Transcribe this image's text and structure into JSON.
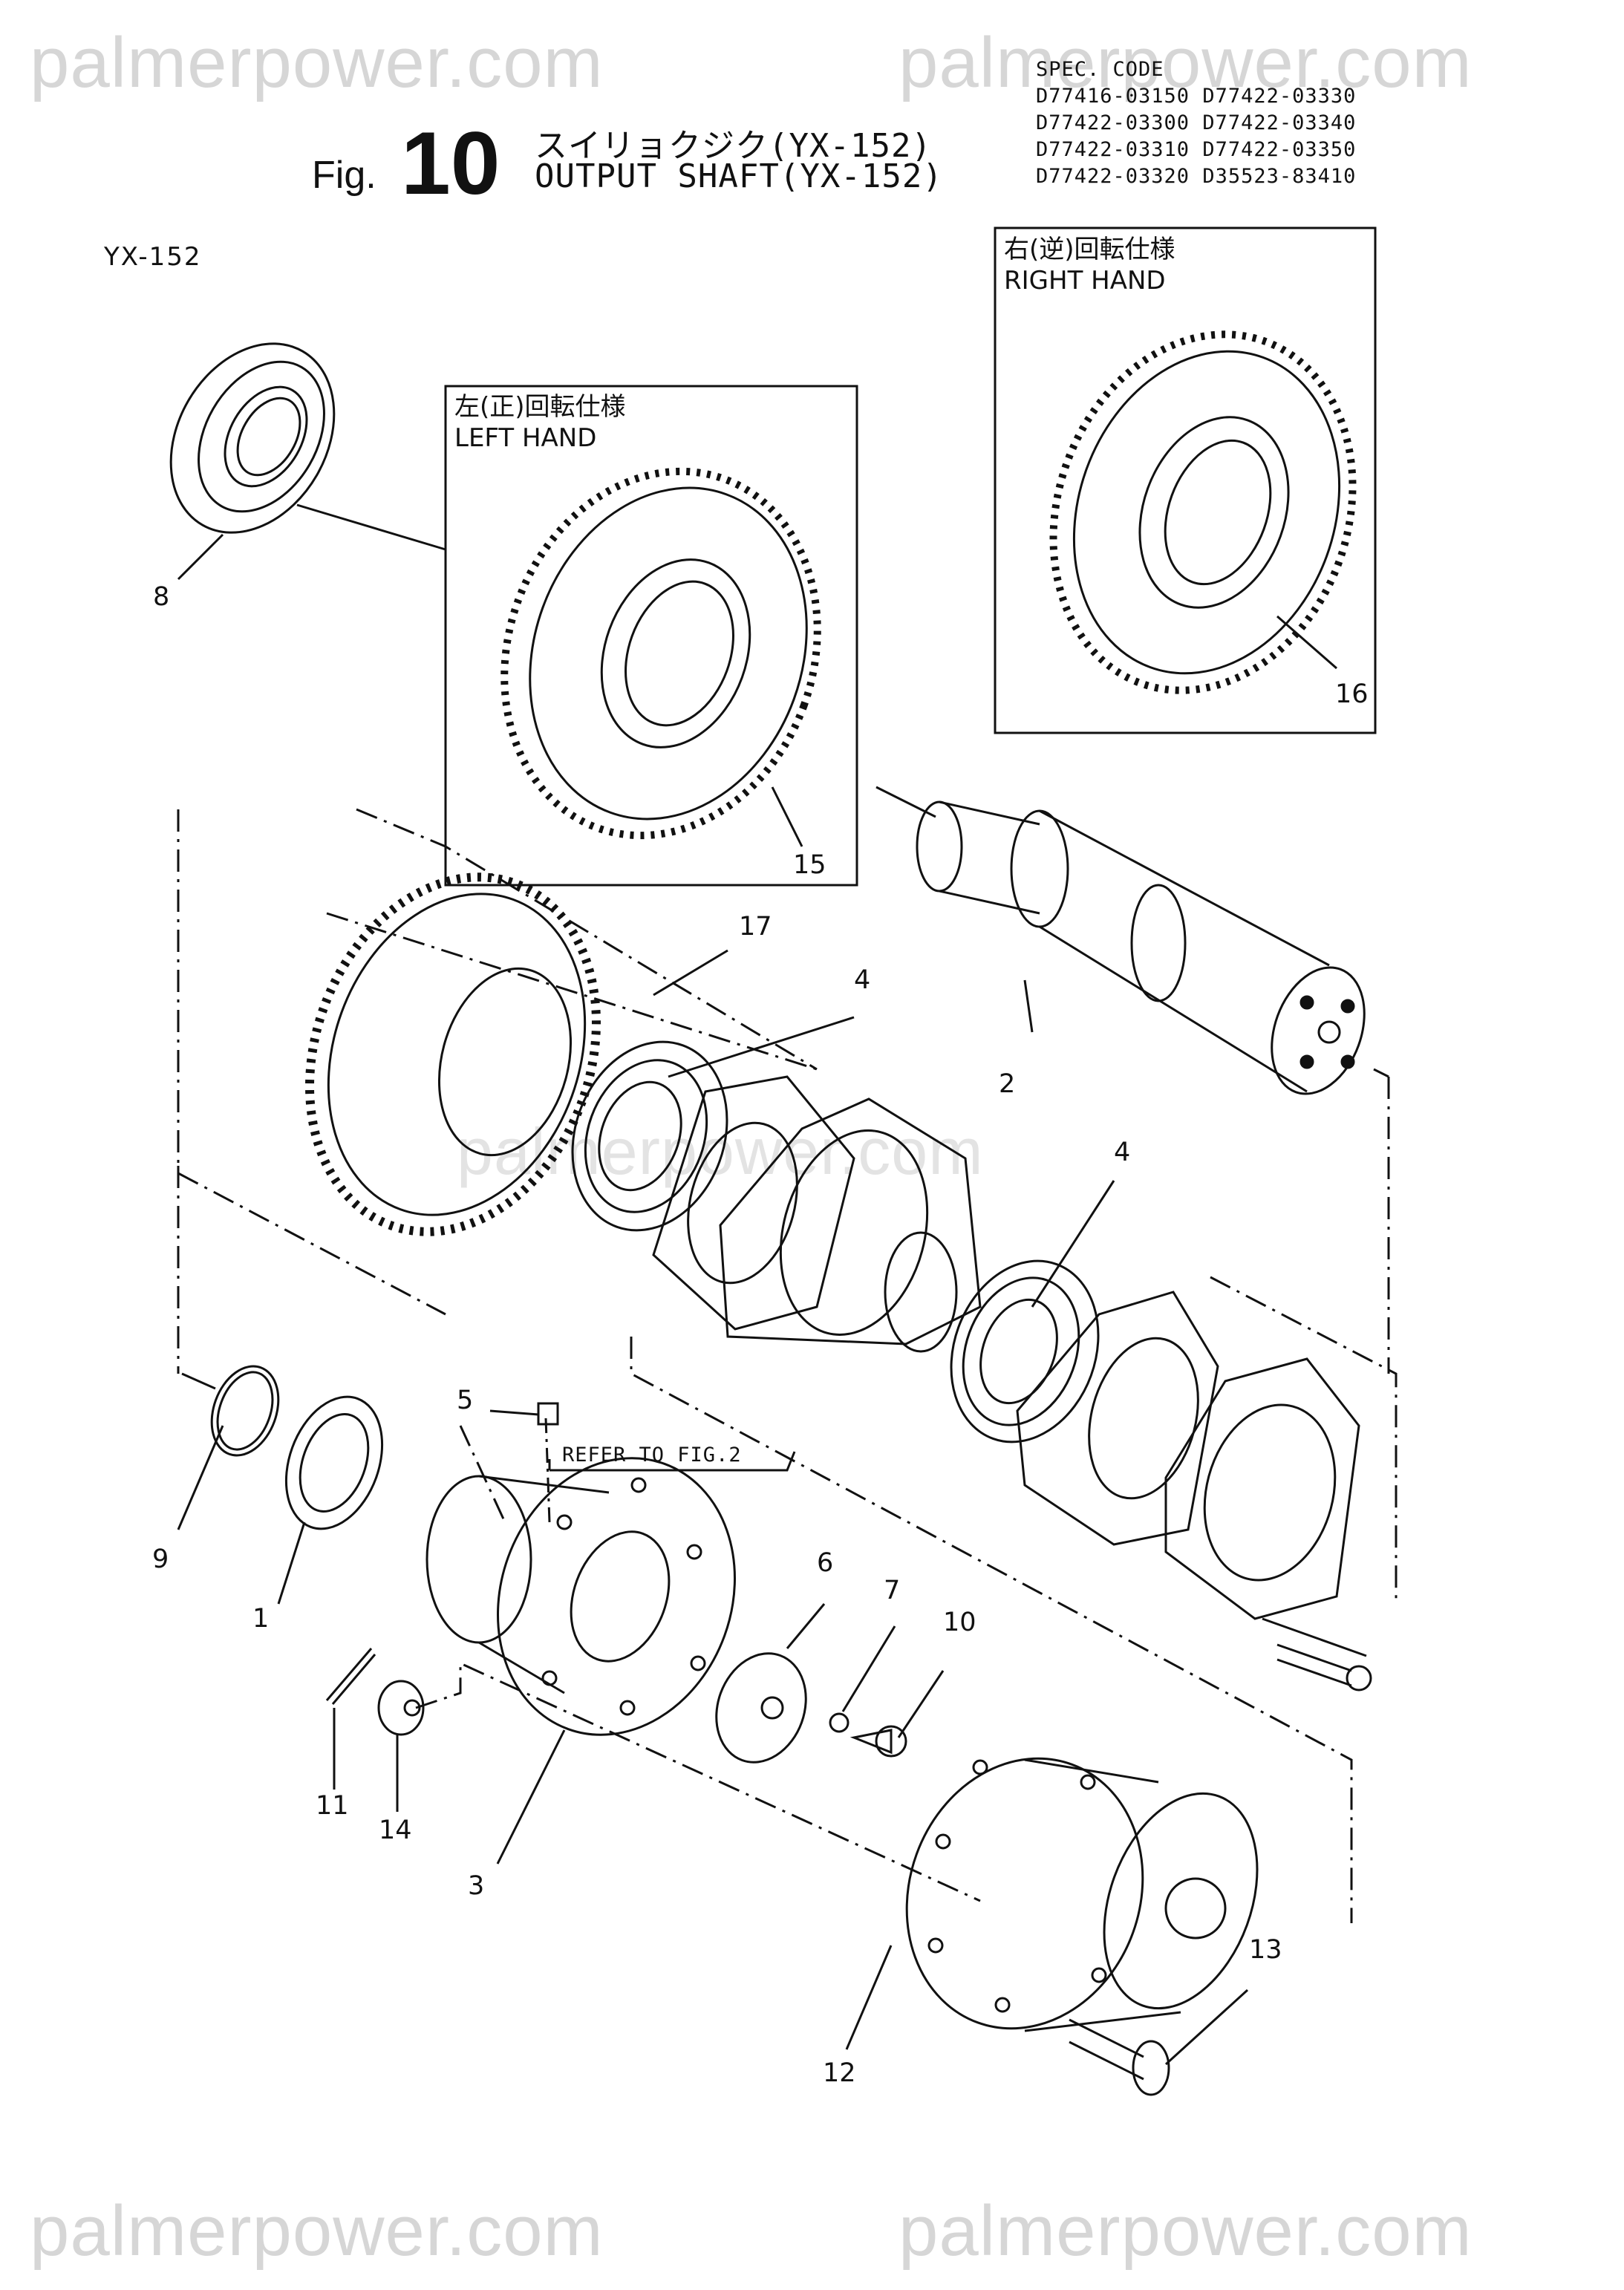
{
  "watermark": {
    "top_left": "palmerpower.com",
    "top_right": "palmerpower.com",
    "middle": "palmerpower.com",
    "bottom_left": "palmerpower.com",
    "bottom_right": "palmerpower.com"
  },
  "header": {
    "fig_prefix": "Fig.",
    "fig_number": "10",
    "title_jp": "スイリョクジク(YX-152)",
    "title_en": "OUTPUT SHAFT(YX-152)",
    "spec_heading": "SPEC. CODE",
    "spec_codes": [
      "D77416-03150 D77422-03330",
      "D77422-03300 D77422-03340",
      "D77422-03310 D77422-03350",
      "D77422-03320 D35523-83410"
    ]
  },
  "model_label": "YX-152",
  "boxes": {
    "left_hand": {
      "jp": "左(正)回転仕様",
      "en": "LEFT HAND"
    },
    "right_hand": {
      "jp": "右(逆)回転仕様",
      "en": "RIGHT HAND"
    }
  },
  "refer_note": "REFER TO FIG.2",
  "part_labels": {
    "p8": "8",
    "p15": "15",
    "p16": "16",
    "p17": "17",
    "p4a": "4",
    "p2": "2",
    "p4b": "4",
    "p5": "5",
    "p9": "9",
    "p1": "1",
    "p6": "6",
    "p7": "7",
    "p10": "10",
    "p11": "11",
    "p14": "14",
    "p3": "3",
    "p13": "13",
    "p12": "12"
  }
}
